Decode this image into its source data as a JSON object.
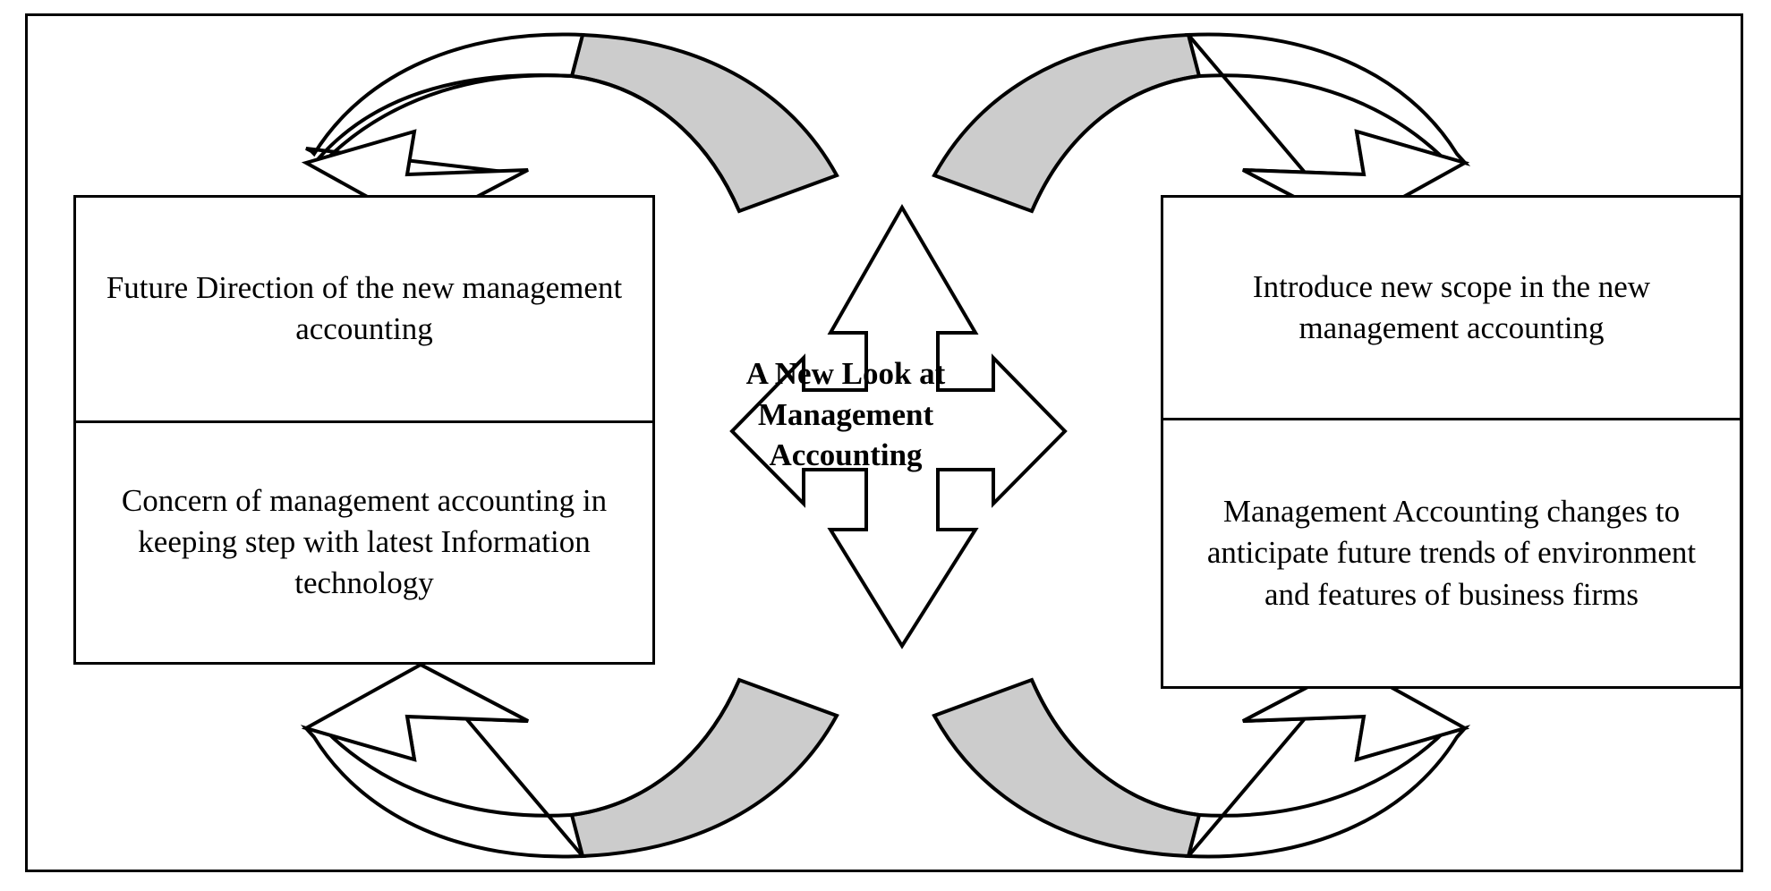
{
  "diagram": {
    "title": "A New Look at Management Accounting",
    "center": {
      "line1": "A New Look at",
      "line2": "Management",
      "line3": "Accounting"
    },
    "boxes": {
      "left": {
        "top": "Future Direction of the new management accounting",
        "bottom": "Concern of management accounting in keeping step with latest Information technology"
      },
      "right": {
        "top": "Introduce new scope in the new management accounting",
        "bottom": "Management Accounting changes to anticipate future trends of environment and features of business firms"
      }
    },
    "colors": {
      "stroke": "#000000",
      "shaded_arrow_fill": "#CCCCCC",
      "plain_arrow_fill": "#FFFFFF",
      "background": "#FFFFFF"
    },
    "arrows": {
      "center_cross": "four-way-arrow",
      "top_left_curve": "curved-arrow-down-left",
      "top_right_curve": "curved-arrow-down-right",
      "bottom_left_curve": "curved-arrow-up-left",
      "bottom_right_curve": "curved-arrow-up-right"
    }
  }
}
